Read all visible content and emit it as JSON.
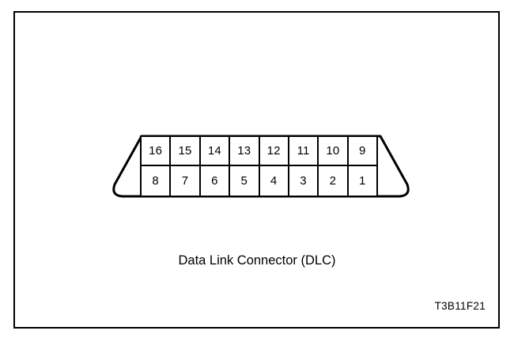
{
  "figure": {
    "caption": "Data Link Connector (DLC)",
    "reference_code": "T3B11F21",
    "colors": {
      "line": "#000000",
      "background": "#ffffff"
    }
  },
  "connector": {
    "name": "Data Link Connector",
    "abbreviation": "DLC",
    "pin_count": 16,
    "rows": [
      {
        "name": "top-row",
        "pins": [
          {
            "number": "16"
          },
          {
            "number": "15"
          },
          {
            "number": "14"
          },
          {
            "number": "13"
          },
          {
            "number": "12"
          },
          {
            "number": "11"
          },
          {
            "number": "10"
          },
          {
            "number": "9"
          }
        ]
      },
      {
        "name": "bottom-row",
        "pins": [
          {
            "number": "8"
          },
          {
            "number": "7"
          },
          {
            "number": "6"
          },
          {
            "number": "5"
          },
          {
            "number": "4"
          },
          {
            "number": "3"
          },
          {
            "number": "2"
          },
          {
            "number": "1"
          }
        ]
      }
    ]
  }
}
